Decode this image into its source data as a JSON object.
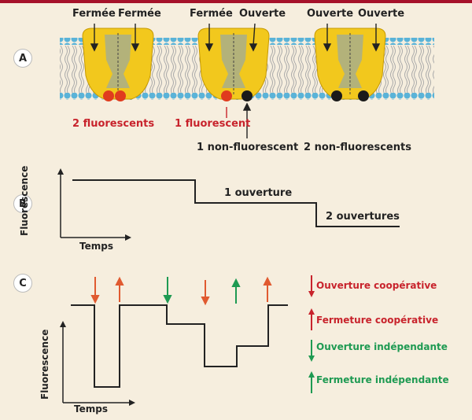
{
  "panels": {
    "a": "A",
    "b": "B",
    "c": "C"
  },
  "channel_states": {
    "ch1_left": "Fermée",
    "ch1_right": "Fermée",
    "ch2_left": "Fermée",
    "ch2_right": "Ouverte",
    "ch3_left": "Ouverte",
    "ch3_right": "Ouverte"
  },
  "fluorescence_labels": {
    "two_fluorescent": "2 fluorescents",
    "one_fluorescent": "1 fluorescent",
    "one_non_fluorescent": "1 non-fluorescent",
    "two_non_fluorescent": "2 non-fluorescents"
  },
  "panel_b": {
    "ylabel": "Fluorescence",
    "xlabel": "Temps",
    "step1": "1 ouverture",
    "step2": "2 ouvertures"
  },
  "panel_c": {
    "ylabel": "Fluorescence",
    "xlabel": "Temps"
  },
  "legend": [
    {
      "label": "Ouverture coopérative",
      "color": "#c8232c",
      "direction": "down"
    },
    {
      "label": "Fermeture coopérative",
      "color": "#c8232c",
      "direction": "up"
    },
    {
      "label": "Ouverture indépendante",
      "color": "#1e9a52",
      "direction": "down"
    },
    {
      "label": "Fermeture indépendante",
      "color": "#1e9a52",
      "direction": "up"
    }
  ],
  "colors": {
    "background": "#f6eede",
    "channel_yellow": "#f2c81d",
    "channel_inner": "#b3b27a",
    "lipid_head": "#5ab3d8",
    "fluorophore_on": "#e03c1e",
    "fluorophore_off": "#1a1a1a",
    "red_text": "#c8232c",
    "green_text": "#1e9a52"
  }
}
